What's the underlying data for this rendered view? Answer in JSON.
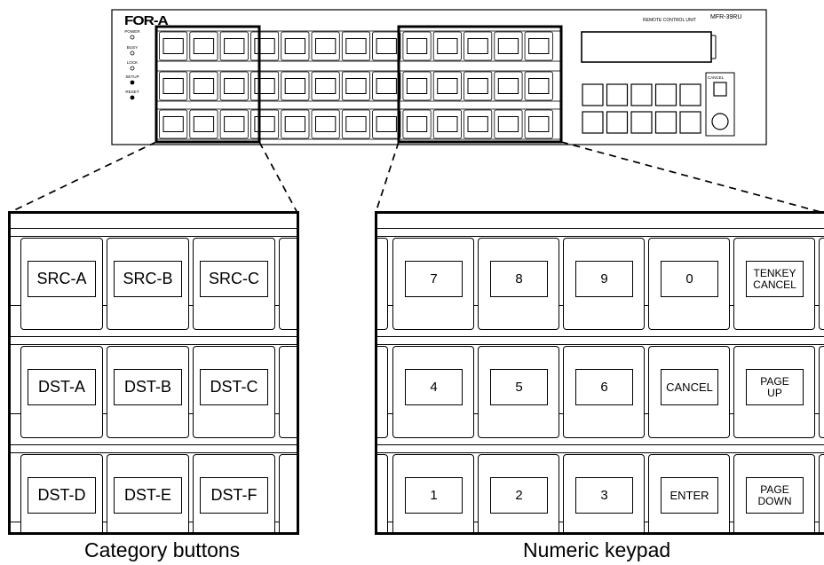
{
  "device": {
    "brand": "FOR-A",
    "unit_label": "REMOTE CONTROL UNIT",
    "model": "MFR-39RU",
    "cancel_label": "CANCEL",
    "indicators": [
      "POWER",
      "BUSY",
      "LOCK",
      "SETUP",
      "RESET"
    ]
  },
  "category_panel": {
    "caption": "Category buttons",
    "rows": [
      [
        "SRC-A",
        "SRC-B",
        "SRC-C"
      ],
      [
        "DST-A",
        "DST-B",
        "DST-C"
      ],
      [
        "DST-D",
        "DST-E",
        "DST-F"
      ]
    ]
  },
  "keypad_panel": {
    "caption": "Numeric keypad",
    "rows": [
      [
        "7",
        "8",
        "9",
        "0",
        "TENKEY\nCANCEL"
      ],
      [
        "4",
        "5",
        "6",
        "CANCEL",
        "PAGE\nUP"
      ],
      [
        "1",
        "2",
        "3",
        "ENTER",
        "PAGE\nDOWN"
      ]
    ]
  }
}
